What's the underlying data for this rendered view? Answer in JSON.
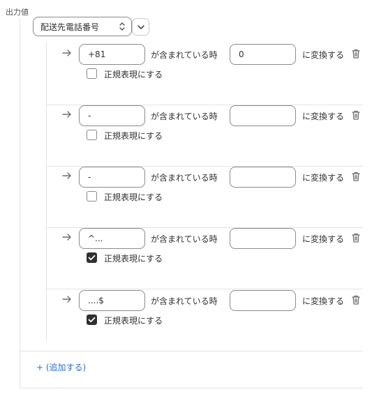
{
  "output_label": "出力値",
  "field_select": {
    "selected": "配送先電話番号"
  },
  "rules": [
    {
      "from": "+81",
      "to": "0",
      "regex": false
    },
    {
      "from": "-",
      "to": "",
      "regex": false
    },
    {
      "from": "-",
      "to": "",
      "regex": false
    },
    {
      "from": "^...",
      "to": "",
      "regex": true
    },
    {
      "from": "....$",
      "to": "",
      "regex": true
    }
  ],
  "labels": {
    "contains": "が含まれている時",
    "convert": "に変換する",
    "regex": "正規表現にする"
  },
  "add_label": "+ (追加する)",
  "colors": {
    "accent": "#2c6ecb",
    "checked": "#303030",
    "border": "#8a8a8a",
    "divider": "#e3e3e3"
  },
  "icons": {
    "arrow": "arrow-right-icon",
    "trash": "trash-icon",
    "select": "select-updown-icon",
    "chevron": "chevron-down-icon",
    "check": "checkmark-icon"
  }
}
